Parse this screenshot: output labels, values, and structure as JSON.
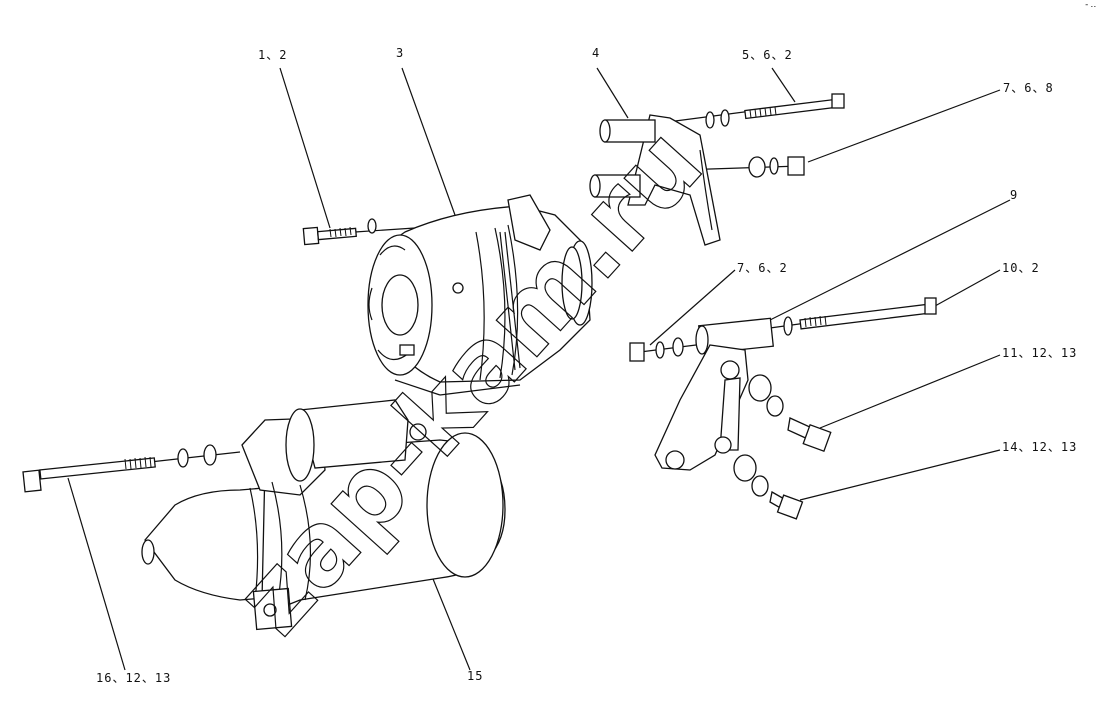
{
  "diagram": {
    "callouts": [
      {
        "id": "c1",
        "label": "1、2"
      },
      {
        "id": "c3",
        "label": "3"
      },
      {
        "id": "c4",
        "label": "4"
      },
      {
        "id": "c5",
        "label": "5、6、2"
      },
      {
        "id": "c7a",
        "label": "7、6、8"
      },
      {
        "id": "c9",
        "label": "9"
      },
      {
        "id": "c7b",
        "label": "7、6、2"
      },
      {
        "id": "c10",
        "label": "10、2"
      },
      {
        "id": "c11",
        "label": "11、12、13"
      },
      {
        "id": "c14",
        "label": "14、12、13"
      },
      {
        "id": "c16",
        "label": "16、12、13"
      },
      {
        "id": "c15",
        "label": "15"
      }
    ],
    "watermark": "zap-kam.ru",
    "corner_mark": "-‥"
  }
}
